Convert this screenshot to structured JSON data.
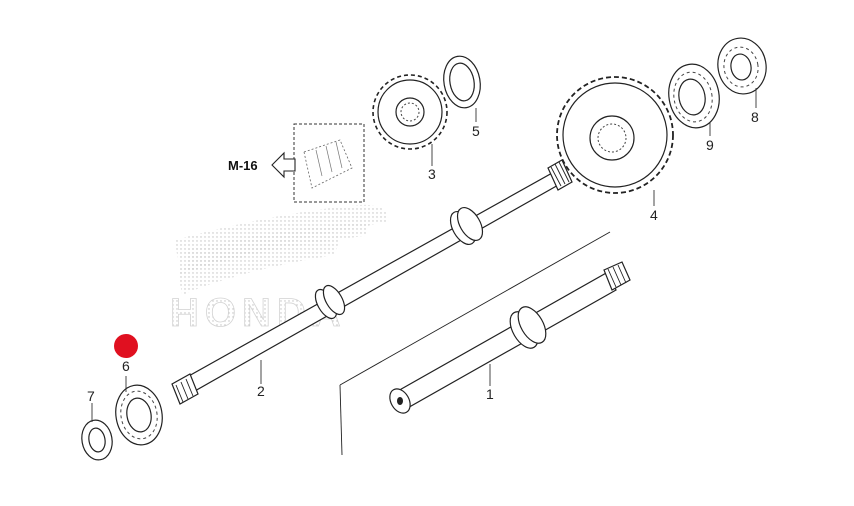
{
  "reference": {
    "label": "M-16"
  },
  "watermark": {
    "text": "HONDA"
  },
  "parts": [
    {
      "number": "1"
    },
    {
      "number": "2"
    },
    {
      "number": "3"
    },
    {
      "number": "4"
    },
    {
      "number": "5"
    },
    {
      "number": "6"
    },
    {
      "number": "7"
    },
    {
      "number": "8"
    },
    {
      "number": "9"
    }
  ],
  "colors": {
    "marker": "#e01020",
    "line": "#222222"
  }
}
